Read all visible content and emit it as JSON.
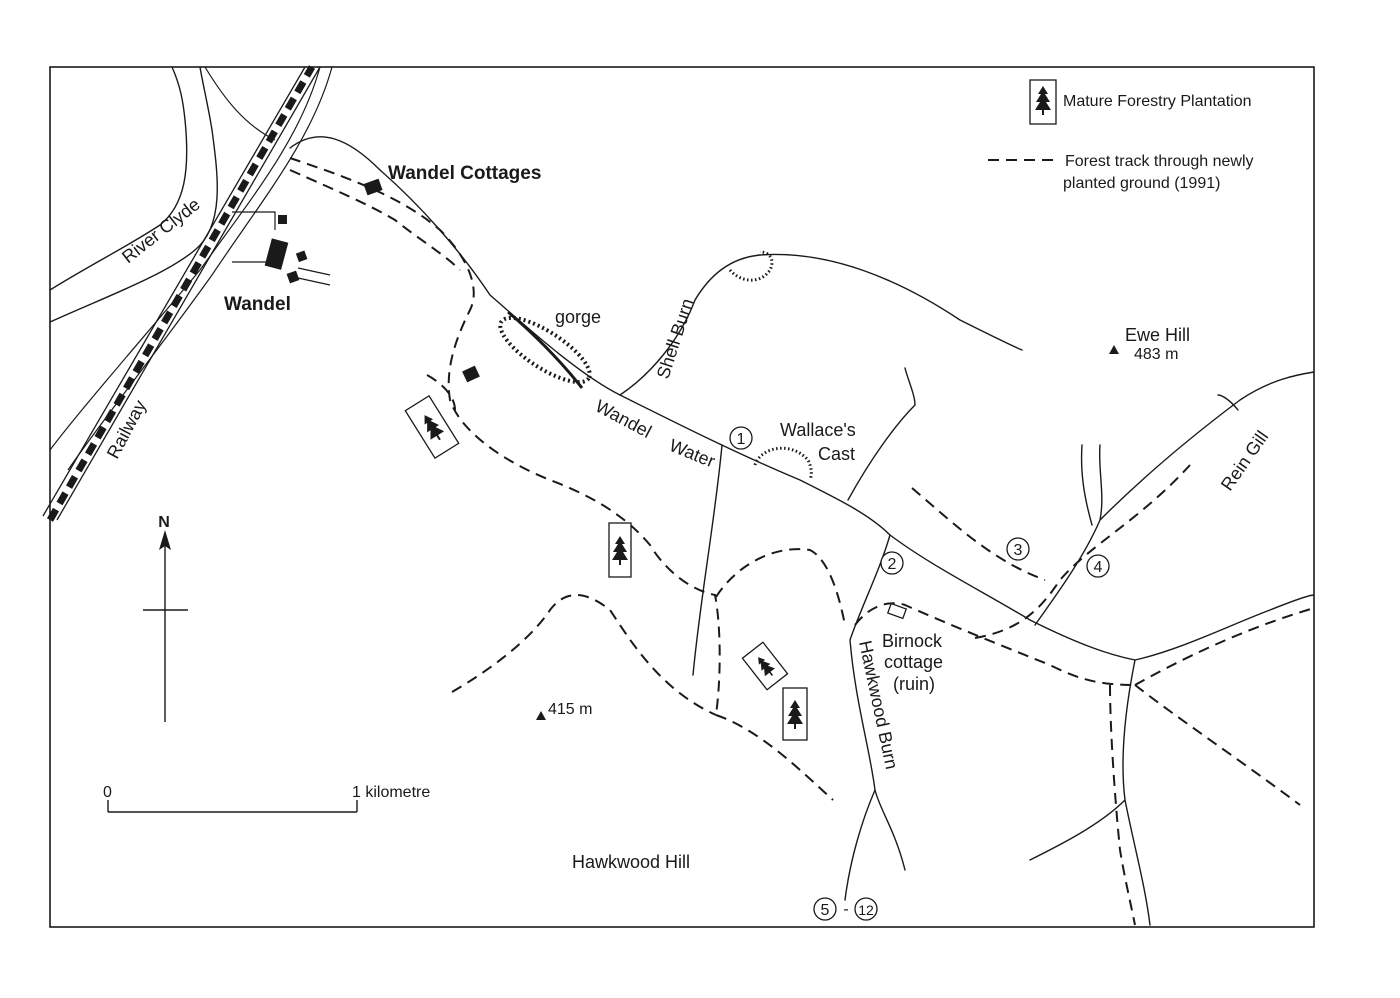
{
  "legend": {
    "plantation_label": "Mature Forestry Plantation",
    "track_label_line1": "Forest track through newly",
    "track_label_line2": "planted ground (1991)"
  },
  "places": {
    "wandel_cottages": "Wandel Cottages",
    "wandel": "Wandel",
    "gorge": "gorge",
    "river_clyde": "River Clyde",
    "railway": "Railway",
    "shell_burn": "Shell Burn",
    "wandel_word": "Wandel",
    "water_word": "Water",
    "wallaces_line1": "Wallace's",
    "wallaces_line2": "Cast",
    "ewe_hill": "Ewe Hill",
    "ewe_hill_height": "483 m",
    "rein_gill": "Rein Gill",
    "birnock_line1": "Birnock",
    "birnock_line2": "cottage",
    "birnock_line3": "(ruin)",
    "hawkwood_burn": "Hawkwood Burn",
    "hawkwood_hill": "Hawkwood Hill",
    "height_415": "415 m"
  },
  "markers": {
    "m1": "1",
    "m2": "2",
    "m3": "3",
    "m4": "4",
    "m5": "5",
    "m12": "12",
    "dash": "-"
  },
  "compass": {
    "north": "N"
  },
  "scale": {
    "start": "0",
    "end": "1 kilometre"
  },
  "icons": {
    "plantation": "tree-icon",
    "summit": "triangle-icon",
    "building": "square-icon"
  }
}
